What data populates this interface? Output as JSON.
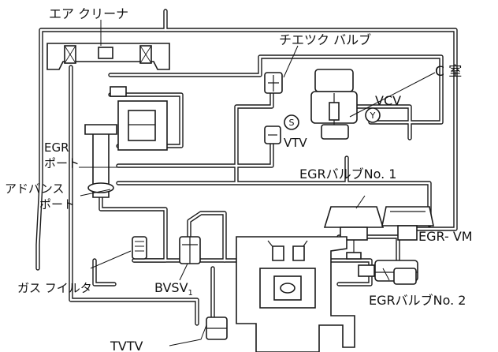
{
  "labels": {
    "air_cleaner": "エア クリーナ",
    "check_valve": "チエツク バルブ",
    "c_chamber": "C 室",
    "vcv": "VCV",
    "port_s": "S",
    "port_y": "Y",
    "vtv": "VTV",
    "egr_port_1": "EGR",
    "egr_port_2": "ポート",
    "advance_port_1": "アドバンス",
    "advance_port_2": "ポート",
    "egr_valve_1": "EGRバルブNo. 1",
    "egr_vm": "EGR- VM",
    "gas_filter": "ガス フイルタ",
    "bvsv": "BVSV",
    "bvsv_sub": "1",
    "egr_valve_2": "EGRバルブNo. 2",
    "tvtv": "TVTV"
  },
  "colors": {
    "line": "#1a1a1a",
    "background": "#ffffff"
  }
}
